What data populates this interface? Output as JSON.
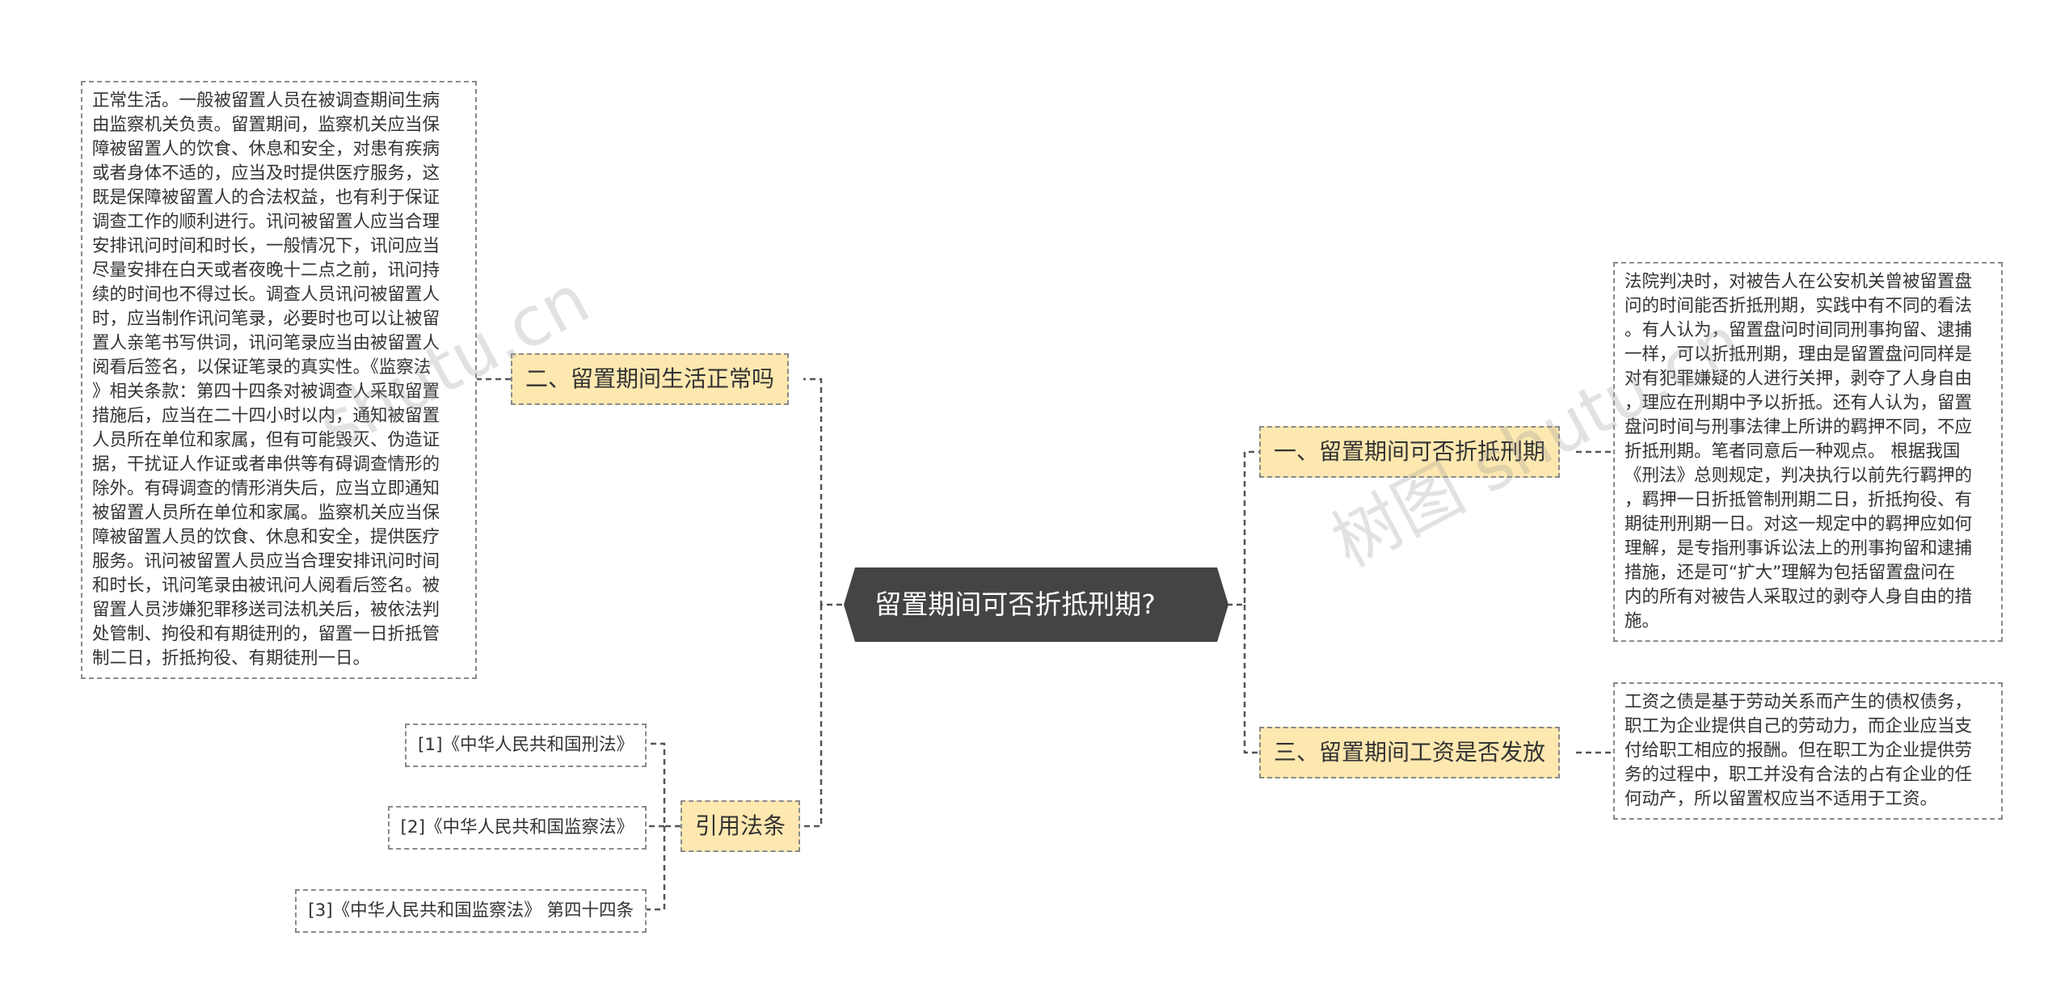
{
  "root": {
    "label": "留置期间可否折抵刑期?"
  },
  "branches": {
    "b1": {
      "label": "一、留置期间可否折抵刑期"
    },
    "b2": {
      "label": "二、留置期间生活正常吗"
    },
    "b3": {
      "label": "三、留置期间工资是否发放"
    },
    "b4": {
      "label": "引用法条"
    }
  },
  "leaves": {
    "b1_text": "法院判决时，对被告人在公安机关曾被留置盘\n问的时间能否折抵刑期，实践中有不同的看法\n。有人认为，留置盘问时间同刑事拘留、逮捕\n一样，可以折抵刑期，理由是留置盘问同样是\n对有犯罪嫌疑的人进行关押，剥夺了人身自由\n，理应在刑期中予以折抵。还有人认为，留置\n盘问时间与刑事法律上所讲的羁押不同，不应\n折抵刑期。笔者同意后一种观点。 根据我国\n《刑法》总则规定，判决执行以前先行羁押的\n，羁押一日折抵管制刑期二日，折抵拘役、有\n期徒刑刑期一日。对这一规定中的羁押应如何\n理解，是专指刑事诉讼法上的刑事拘留和逮捕\n措施，还是可“扩大”理解为包括留置盘问在\n内的所有对被告人采取过的剥夺人身自由的措\n施。",
    "b2_text": "正常生活。一般被留置人员在被调查期间生病\n由监察机关负责。留置期间，监察机关应当保\n障被留置人的饮食、休息和安全，对患有疾病\n或者身体不适的，应当及时提供医疗服务，这\n既是保障被留置人的合法权益，也有利于保证\n调查工作的顺利进行。讯问被留置人应当合理\n安排讯问时间和时长，一般情况下，讯问应当\n尽量安排在白天或者夜晚十二点之前，讯问持\n续的时间也不得过长。调查人员讯问被留置人\n时，应当制作讯问笔录，必要时也可以让被留\n置人亲笔书写供词，讯问笔录应当由被留置人\n阅看后签名，以保证笔录的真实性。《监察法\n》相关条款：第四十四条对被调查人采取留置\n措施后，应当在二十四小时以内，通知被留置\n人员所在单位和家属，但有可能毁灭、伪造证\n据，干扰证人作证或者串供等有碍调查情形的\n除外。有碍调查的情形消失后，应当立即通知\n被留置人员所在单位和家属。监察机关应当保\n障被留置人员的饮食、休息和安全，提供医疗\n服务。讯问被留置人员应当合理安排讯问时间\n和时长，讯问笔录由被讯问人阅看后签名。被\n留置人员涉嫌犯罪移送司法机关后，被依法判\n处管制、拘役和有期徒刑的，留置一日折抵管\n制二日，折抵拘役、有期徒刑一日。",
    "b3_text": "工资之债是基于劳动关系而产生的债权债务，\n职工为企业提供自己的劳动力，而企业应当支\n付给职工相应的报酬。但在职工为企业提供劳\n务的过程中，职工并没有合法的占有企业的任\n何动产，所以留置权应当不适用于工资。",
    "refs": [
      "[1]《中华人民共和国刑法》",
      "[2]《中华人民共和国监察法》",
      "[3]《中华人民共和国监察法》 第四十四条"
    ]
  },
  "watermarks": [
    "shutu.cn",
    "树图 shutu.cn"
  ],
  "colors": {
    "root_fill": "#444444",
    "branch_fill": "#fde8b0",
    "line": "#555555",
    "border": "#8a8a8a"
  }
}
